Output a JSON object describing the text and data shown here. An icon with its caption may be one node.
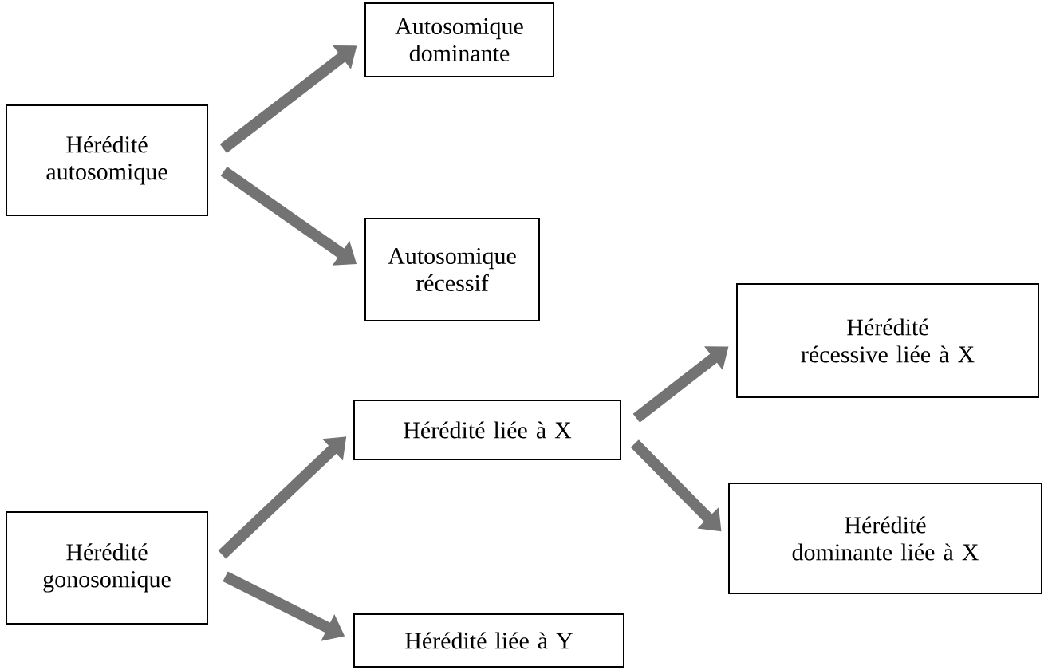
{
  "diagram": {
    "nodes": [
      {
        "text": [
          "Hérédité autosomique"
        ]
      },
      {
        "text": [
          "Autosomique dominante"
        ]
      },
      {
        "text": [
          "Autosomique récessif"
        ]
      },
      {
        "text": [
          "Hérédité gonosomique"
        ]
      },
      {
        "text": [
          "Hérédité liée à X"
        ]
      },
      {
        "text": [
          "Hérédité liée à Y"
        ]
      },
      {
        "text": [
          "Hérédité récessive liée à X"
        ]
      },
      {
        "text": [
          "Hérédité dominante liée à X"
        ]
      }
    ],
    "edges": [
      {
        "from": 0,
        "to": 1,
        "arrow": "to"
      },
      {
        "from": 0,
        "to": 2,
        "arrow": "to"
      },
      {
        "from": 3,
        "to": 4,
        "arrow": "to"
      },
      {
        "from": 3,
        "to": 5,
        "arrow": "to"
      },
      {
        "from": 4,
        "to": 6,
        "arrow": "to"
      },
      {
        "from": 4,
        "to": 7,
        "arrow": "to"
      }
    ]
  }
}
